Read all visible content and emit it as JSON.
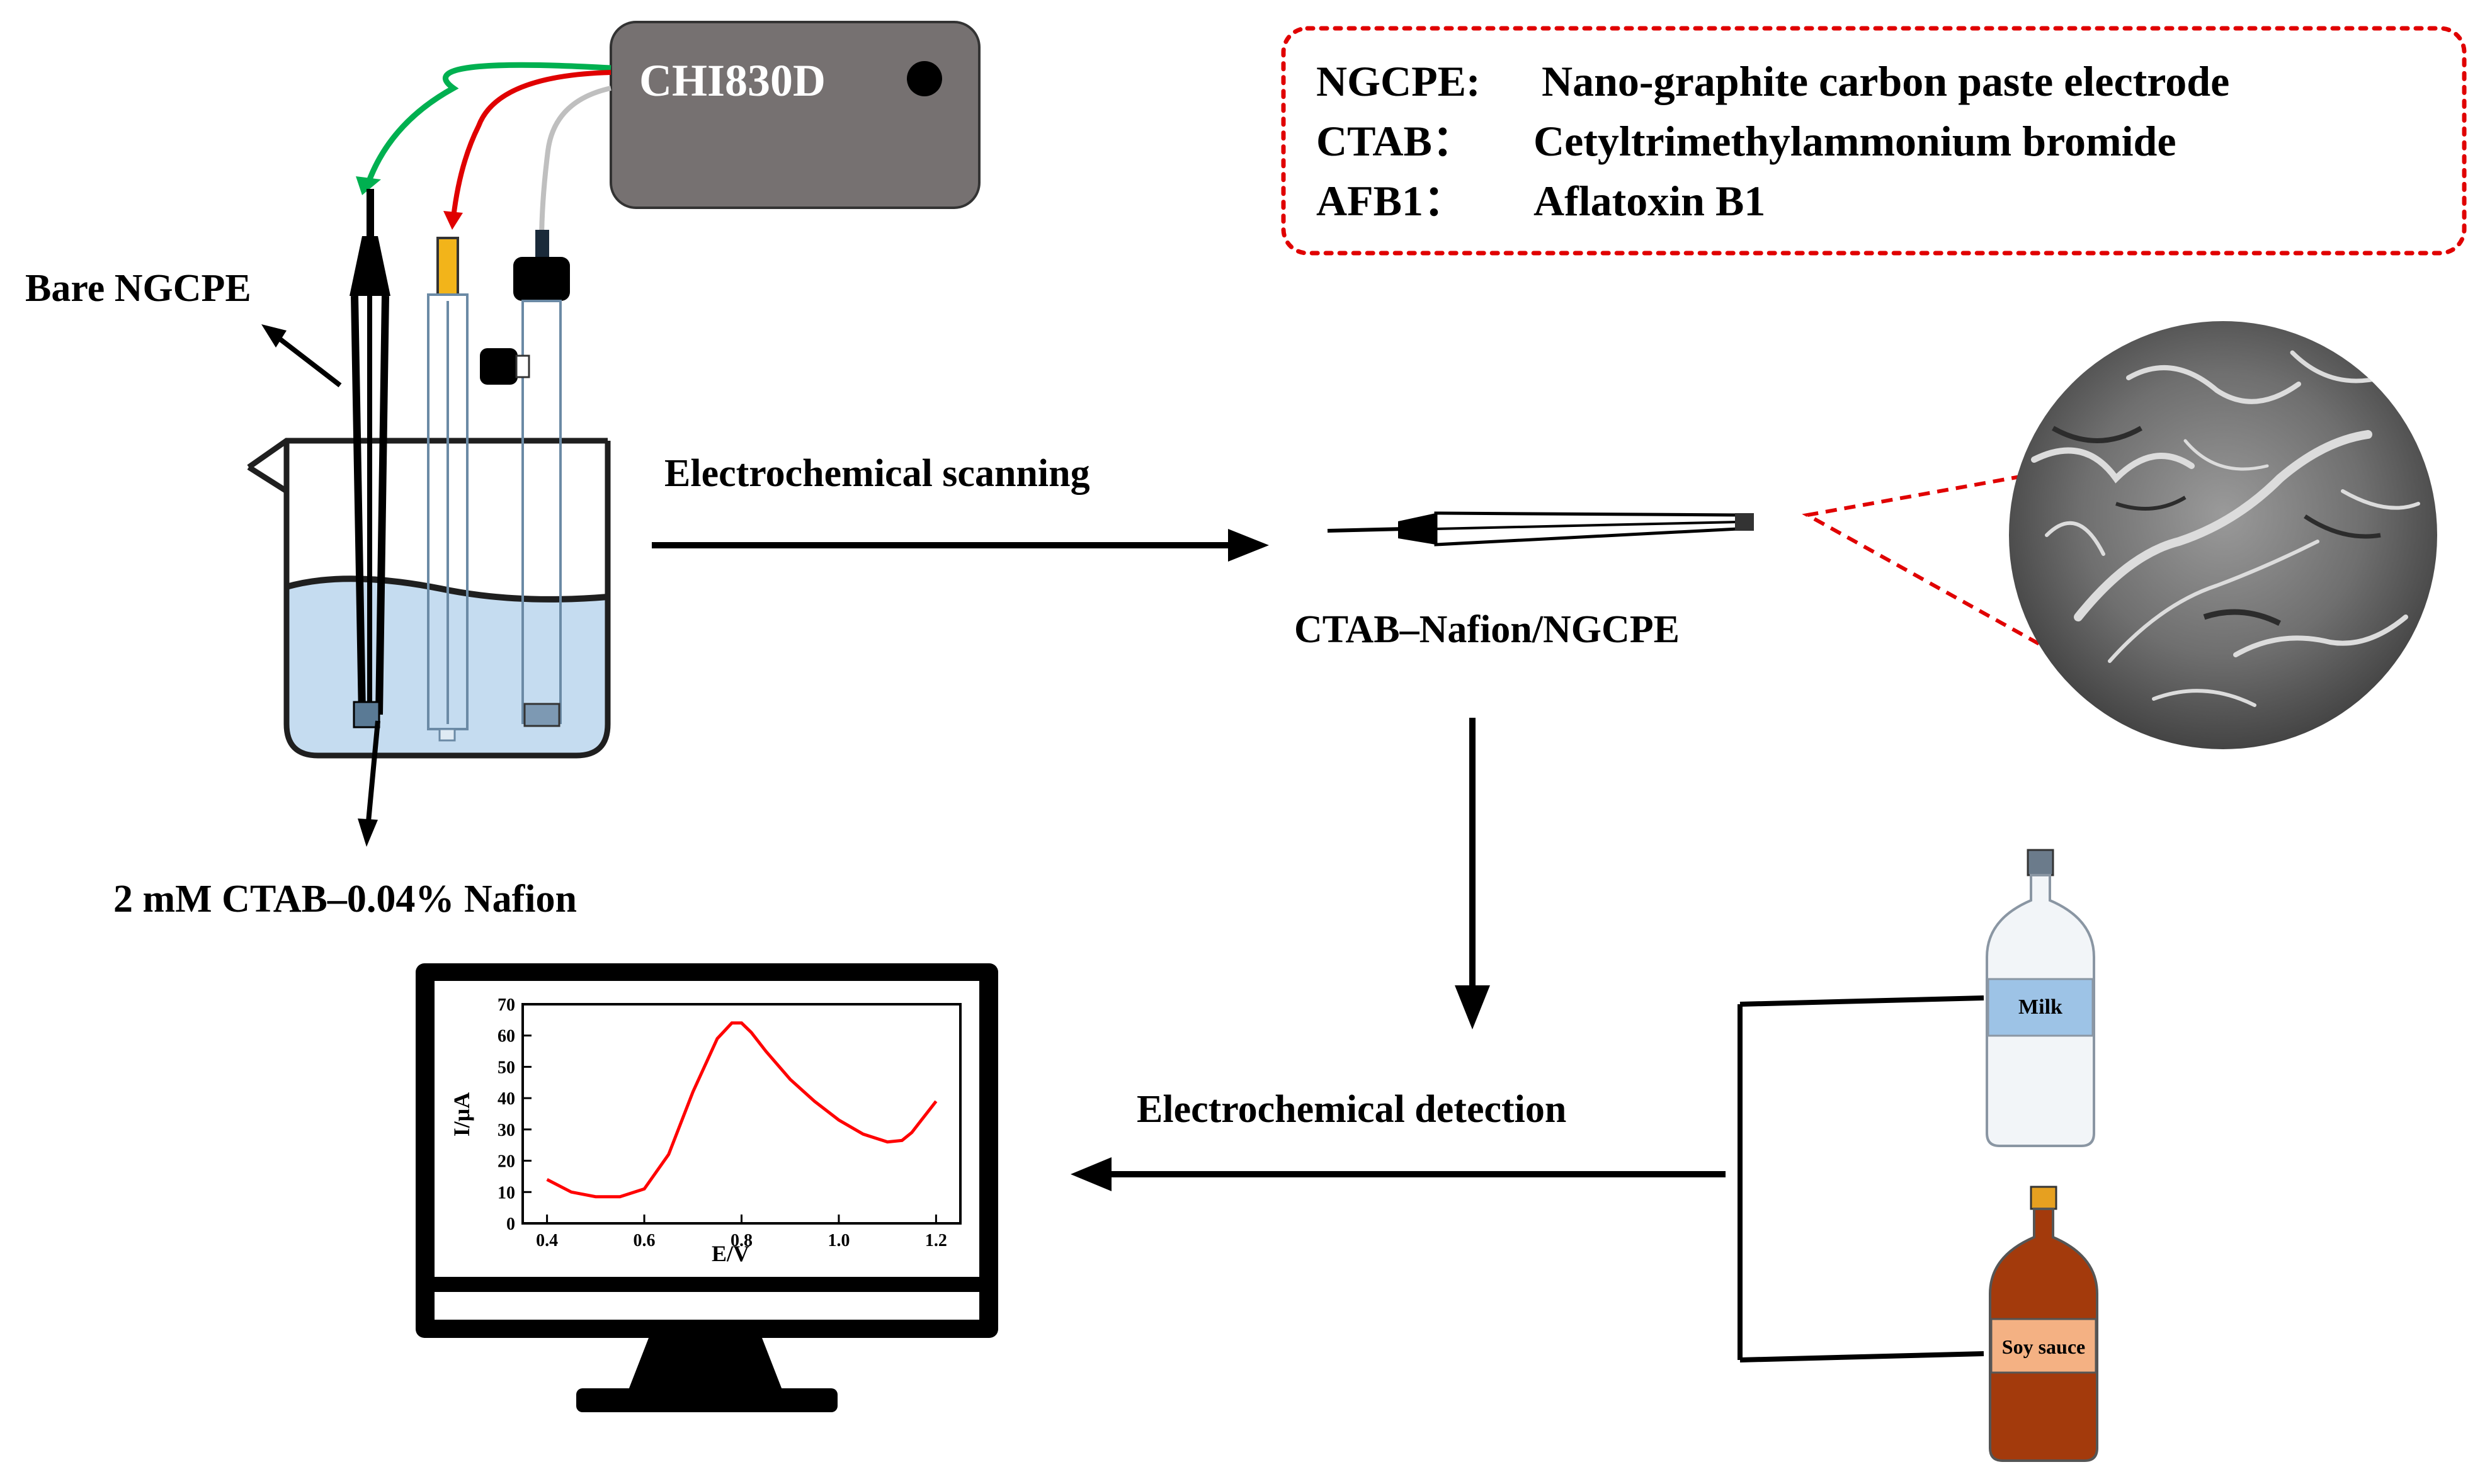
{
  "instrument": {
    "label": "CHI830D"
  },
  "legend": {
    "rows": [
      {
        "abbr": "NGCPE:",
        "full": "Nano-graphite carbon paste electrode"
      },
      {
        "abbr": "CTAB：",
        "full": "Cetyltrimethylammonium bromide"
      },
      {
        "abbr": "AFB1：",
        "full": "Aflatoxin B1"
      }
    ]
  },
  "labels": {
    "bare_electrode": "Bare NGCPE",
    "solution": "2 mM CTAB–0.04% Nafion",
    "step_scanning": "Electrochemical scanning",
    "modified_electrode": "CTAB–Nafion/NGCPE",
    "step_detection": "Electrochemical detection"
  },
  "samples": {
    "milk": "Milk",
    "soy_sauce": "Soy sauce"
  },
  "colors": {
    "instrument_body": "#767171",
    "wire_green": "#00b050",
    "wire_red": "#e00000",
    "wire_gray": "#bfbfbf",
    "solution": "#c5dcf0",
    "legend_border": "#e00000",
    "milk_band": "#9dc3e6",
    "soy_body": "#a33a0c",
    "soy_band": "#f4b183",
    "curve": "#ff0000"
  },
  "chart_data": {
    "type": "line",
    "xlabel": "E/V",
    "ylabel": "I/μA",
    "xlim": [
      0.35,
      1.25
    ],
    "ylim": [
      0,
      70
    ],
    "x_ticks": [
      "0.4",
      "0.6",
      "0.8",
      "1.0",
      "1.2"
    ],
    "y_ticks": [
      "0",
      "10",
      "20",
      "30",
      "40",
      "50",
      "60",
      "70"
    ],
    "series": [
      {
        "x": [
          0.4,
          0.45,
          0.5,
          0.55,
          0.6,
          0.65,
          0.7,
          0.75,
          0.78,
          0.8,
          0.82,
          0.85,
          0.9,
          0.95,
          1.0,
          1.05,
          1.1,
          1.13,
          1.15,
          1.17,
          1.2
        ],
        "values": [
          14,
          10,
          8.5,
          8.5,
          11,
          22,
          42,
          59,
          64,
          64,
          61,
          55,
          46,
          39,
          33,
          28.5,
          26,
          26.5,
          29,
          33,
          39
        ]
      }
    ]
  }
}
